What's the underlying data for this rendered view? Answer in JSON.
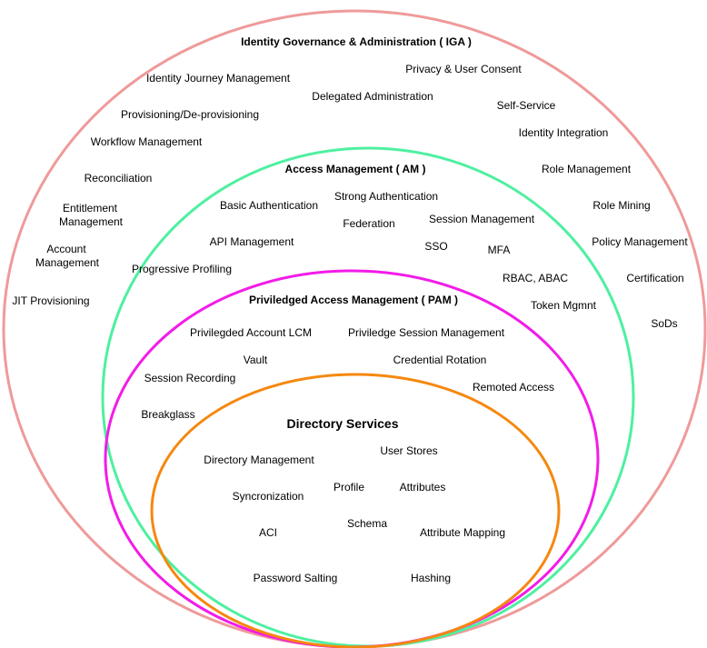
{
  "colors": {
    "iga": "#ef9a9a",
    "am": "#4ef0a0",
    "pam": "#f21ce8",
    "ds": "#f5880f"
  },
  "iga": {
    "title": "Identity Governance & Administration ( IGA )",
    "items": [
      "Identity Journey Management",
      "Privacy & User Consent",
      "Delegated Administration",
      "Self-Service",
      "Provisioning/De-provisioning",
      "Identity Integration",
      "Workflow Management",
      "Role Management",
      "Reconciliation",
      "Role Mining",
      "Entitlement",
      "Management",
      "Policy Management",
      "Account",
      "Management",
      "Certification",
      "JIT Provisioning",
      "SoDs"
    ]
  },
  "am": {
    "title": "Access Management ( AM )",
    "items": [
      "Strong Authentication",
      "Basic Authentication",
      "Federation",
      "Session Management",
      "API Management",
      "SSO",
      "MFA",
      "Progressive Profiling",
      "RBAC, ABAC",
      "Token Mgmnt"
    ]
  },
  "pam": {
    "title": "Priviledged Access Management ( PAM )",
    "items": [
      "Privilegded Account LCM",
      "Priviledge Session Management",
      "Vault",
      "Credential Rotation",
      "Session Recording",
      "Remoted Access",
      "Breakglass"
    ]
  },
  "ds": {
    "title": "Directory Services",
    "items": [
      "User Stores",
      "Directory Management",
      "Profile",
      "Attributes",
      "Syncronization",
      "Schema",
      "ACI",
      "Attribute Mapping",
      "Password Salting",
      "Hashing"
    ]
  }
}
